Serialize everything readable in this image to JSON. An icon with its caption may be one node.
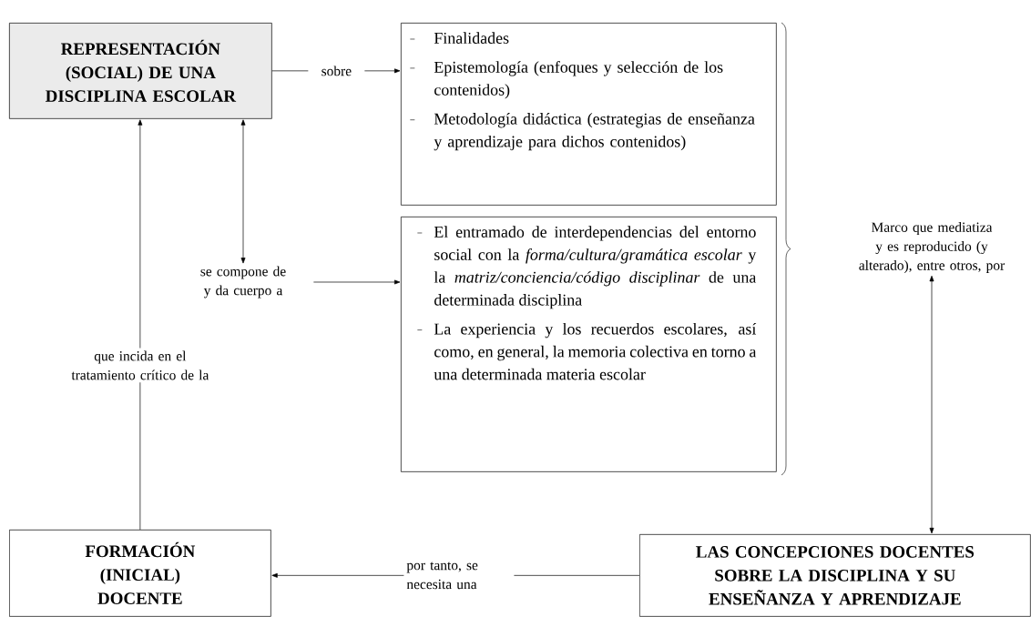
{
  "diagram": {
    "nodes": [
      {
        "text": [
          "REPRESENTACIÓN (SOCIAL) DE UNA DISCIPLINA ESCOLAR"
        ]
      },
      {
        "text": [
          "Finalidades",
          "Epistemología (enfoques y selección de los contenidos)",
          "Metodología didáctica (estrategias de enseñanza y aprendizaje para dichos contenidos)"
        ]
      },
      {
        "text": [
          "se compone de y da cuerpo a"
        ]
      },
      {
        "text": [
          "El entramado de interdependencias del entorno social con la *forma/cultura/gramática escolar* y la *matriz/conciencia/código disciplinar* de una determinada disciplina",
          "La experiencia y los recuerdos escolares, así como, en general, la memoria colectiva en torno a una determinada materia escolar"
        ]
      },
      {
        "text": [
          "Marco que mediatiza y es reproducido (y alterado), entre otros, por"
        ]
      },
      {
        "text": [
          "FORMACIÓN (INICIAL) DOCENTE"
        ]
      },
      {
        "text": [
          "LAS CONCEPCIONES DOCENTES SOBRE LA DISCIPLINA Y SU ENSEÑANZA Y APRENDIZAJE"
        ]
      }
    ],
    "edges": [
      {
        "from": 0,
        "to": 1,
        "arrow": "to",
        "label": "sobre"
      },
      {
        "from": 0,
        "to": 2,
        "arrow": "both"
      },
      {
        "from": 2,
        "to": 3,
        "arrow": "to"
      },
      {
        "from": 5,
        "to": 0,
        "arrow": "to",
        "label": "que incida en el tratamiento crítico de la"
      },
      {
        "from": 6,
        "to": 5,
        "arrow": "to",
        "label": "por tanto, se necesita una"
      },
      {
        "from": 4,
        "to": 6,
        "arrow": "both"
      }
    ]
  }
}
